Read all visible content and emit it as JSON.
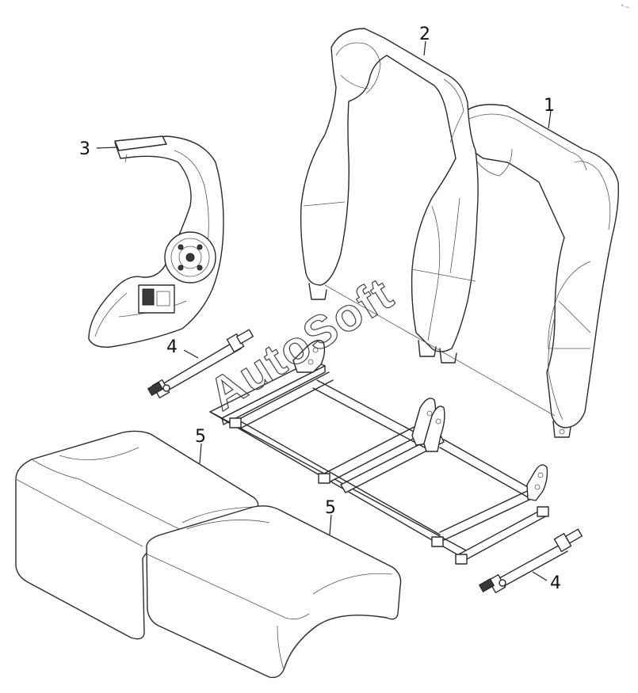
{
  "watermark": "AutoSoft",
  "callouts": {
    "c1": "1",
    "c2": "2",
    "c3": "3",
    "c4a": "4",
    "c4b": "4",
    "c5a": "5",
    "c5b": "5"
  },
  "corner_mark": "°~"
}
